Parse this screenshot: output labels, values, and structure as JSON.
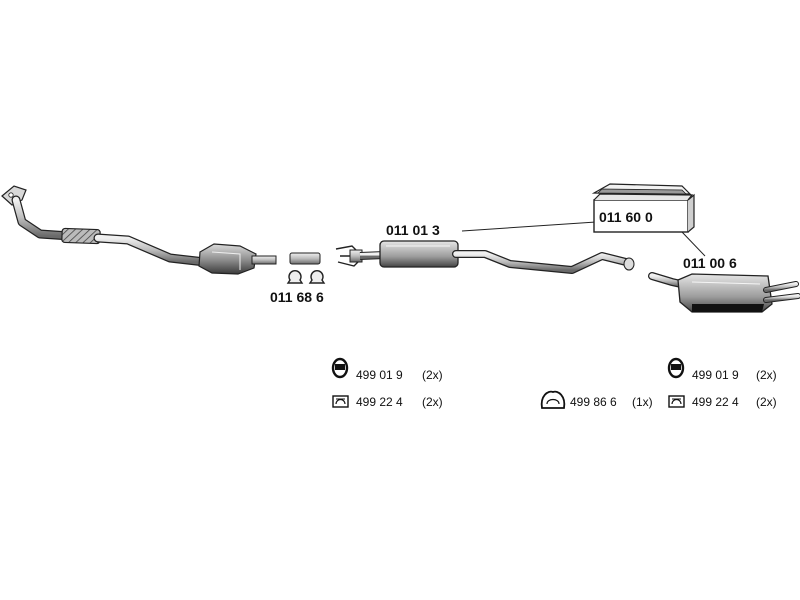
{
  "parts": {
    "front_pipe_clamp_kit": "011 68 6",
    "middle_silencer": "011 01 3",
    "mounting_kit": "011 60 0",
    "rear_silencer": "011 00 6"
  },
  "accessories": {
    "left": {
      "rubber_mount": {
        "code": "499 01 9",
        "qty": "(2x)"
      },
      "clamp": {
        "code": "499 22 4",
        "qty": "(2x)"
      }
    },
    "right": {
      "rubber_ring": {
        "code": "499 86 6",
        "qty": "(1x)"
      },
      "rubber_mount": {
        "code": "499 01 9",
        "qty": "(2x)"
      },
      "clamp": {
        "code": "499 22 4",
        "qty": "(2x)"
      }
    }
  },
  "colors": {
    "line": "#222222",
    "metal_light": "#cfcfcf",
    "metal_mid": "#9a9a9a",
    "metal_dark": "#555555",
    "black": "#111111"
  },
  "icons": [
    "rubber-mount-icon",
    "clamp-icon",
    "rubber-ring-icon"
  ]
}
